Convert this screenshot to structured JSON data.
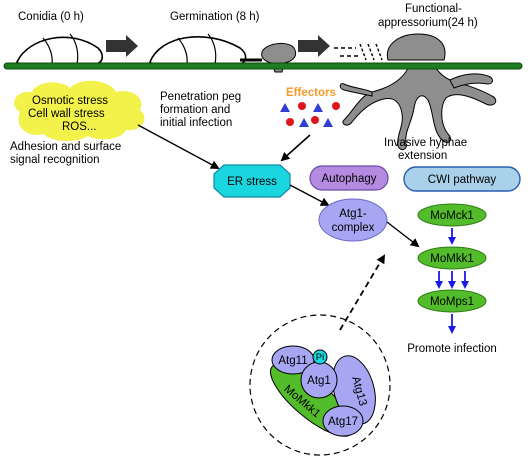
{
  "stages": {
    "conidia": "Conidia (0 h)",
    "germination": "Germination (8 h)",
    "functional_line1": "Functional-",
    "functional_line2": "appressorium(24 h)"
  },
  "stress_cloud": {
    "line1": "Osmotic stress",
    "line2": "Cell wall stress",
    "line3": "ROS..."
  },
  "labels": {
    "adhesion_line1": "Adhesion and surface",
    "adhesion_line2": "signal recognition",
    "penetration_line1": "Penetration peg",
    "penetration_line2": "formation and",
    "penetration_line3": "initial infection",
    "effectors": "Effectors",
    "invasive_line1": "Invasive hyphae",
    "invasive_line2": "extension"
  },
  "nodes": {
    "er_stress": "ER stress",
    "autophagy": "Autophagy",
    "atg1_complex_line1": "Atg1-",
    "atg1_complex_line2": "complex",
    "cwi_pathway": "CWI pathway",
    "momck1": "MoMck1",
    "momkk1": "MoMkk1",
    "momps1": "MoMps1",
    "promote_infection": "Promote infection"
  },
  "complex": {
    "atg11": "Atg11",
    "pi": "Pi",
    "atg1": "Atg1",
    "atg13": "Atg13",
    "atg17": "Atg17",
    "momkk1": "MoMkk1"
  },
  "colors": {
    "surface_line": "#1e7d1e",
    "stress_cloud": "#f2f24a",
    "er_stress": "#1ad6df",
    "autophagy": "#b48be0",
    "atg_complex": "#a6a6f2",
    "cwi_pathway": "#a9d2ea",
    "kinase": "#53bc2a",
    "pathway_arrow": "#1a1ae6",
    "effector_label": "#f39a2a",
    "effector_dot": "#e0151b",
    "effector_triangle": "#2f3dd6",
    "appressorium": "#909090"
  },
  "icons": [
    "right-arrow-icon",
    "effector-dot-icon",
    "effector-triangle-icon"
  ]
}
